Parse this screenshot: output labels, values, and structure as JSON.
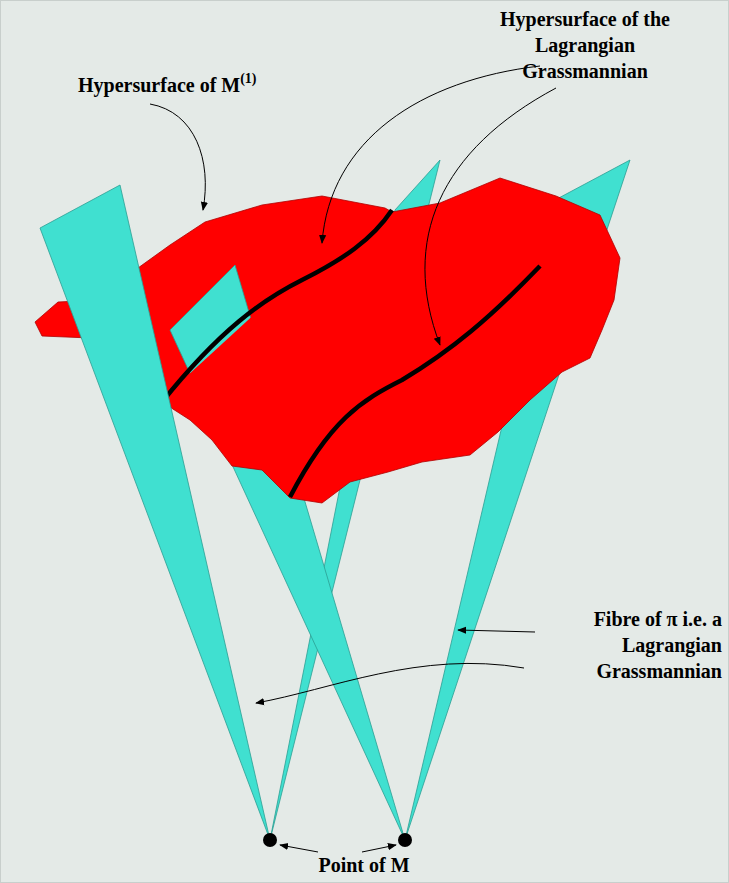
{
  "diagram": {
    "labels": [
      "Hypersurface of M",
      "(1)",
      "Hypersurface of the Lagrangian Grassmannian",
      "Fibre of π i.e. a Lagrangian Grassmannian",
      "Point of M"
    ]
  }
}
